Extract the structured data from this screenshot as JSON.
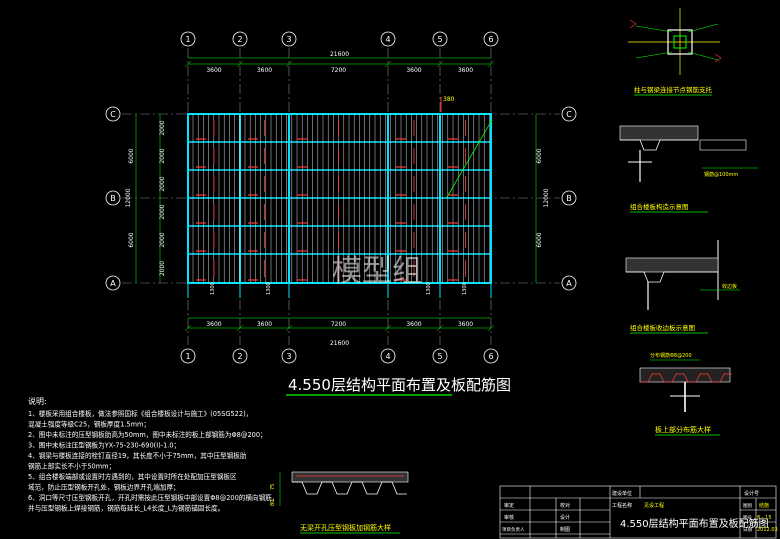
{
  "watermark": "模型组",
  "plan": {
    "title": "4.550层结构平面布置及板配筋图",
    "axes_x": [
      "1",
      "2",
      "3",
      "4",
      "5",
      "6"
    ],
    "axes_y": [
      "C",
      "B",
      "A"
    ],
    "overall_dim": "21600",
    "bay_dims": [
      "3600",
      "3600",
      "7200",
      "3600",
      "3600"
    ],
    "left_dims": [
      "6000",
      "12000",
      "6000"
    ],
    "left_sub_dims": [
      "2000",
      "2000",
      "2000",
      "2000",
      "2000",
      "2000"
    ],
    "right_dims": [
      "6000",
      "12000",
      "6000"
    ],
    "beam_label": "1300",
    "top_mark": "380"
  },
  "notes": {
    "heading": "说明:",
    "items": [
      "1、楼板采用组合楼板，做法参照国标《组合楼板设计与施工》(05SG522)，",
      "   混凝土强度等级C25，钢板厚度1.5mm；",
      "2、图中未标注的压型钢板肋高为50mm，图中未标注的板上部钢筋为Φ8@200；",
      "3、图中未标注压型钢板为YX-75-230-690(I)-1.0；",
      "4、钢梁与楼板连接的栓钉直径19，其长度不小于75mm，其中压型钢板肋",
      "   钢筋上部实长不小于50mm；",
      "5、组合楼板端部或设置时方遇到的，其中设置时所在处配加压型钢板区",
      "   域范，防止压型钢板开孔处，钢板边界开孔端加厚；",
      "6、洞口等尺寸压型钢板开孔，开孔时需按此压型钢板中部设置Φ8@200的横向钢筋，",
      "   并与压型钢板上焊接钢筋，钢筋每延长_L4长度_L为钢筋锚固长度。"
    ]
  },
  "details": {
    "d1_caption": "柱与钢梁连接节点钢筋支托",
    "d2_caption": "组合楼板构造示意图",
    "d2_dim": "钢筋@100mm",
    "d3_caption": "组合楼板收边板示意图",
    "d3_label": "收边板",
    "d4_caption": "板上部分布筋大样",
    "d4_label": "分布钢筋Φ8@200",
    "d5_caption": "无梁开孔压型钢板加钢筋大样",
    "d5_dims": [
      "75",
      "80"
    ]
  },
  "title_block": {
    "design_unit": "建设单位",
    "project": "工程名称",
    "project_value": "见设工程",
    "design_no": "设计号",
    "drawing_title": "4.550层结构平面布置及板配筋图",
    "rows": [
      "审定",
      "审核",
      "项目负责人"
    ],
    "rows2": [
      "校对",
      "设计",
      "制图"
    ],
    "fields": [
      "图别",
      "图号",
      "日期"
    ],
    "field_values": [
      "结施",
      "8 - 15",
      "2012.03"
    ]
  }
}
